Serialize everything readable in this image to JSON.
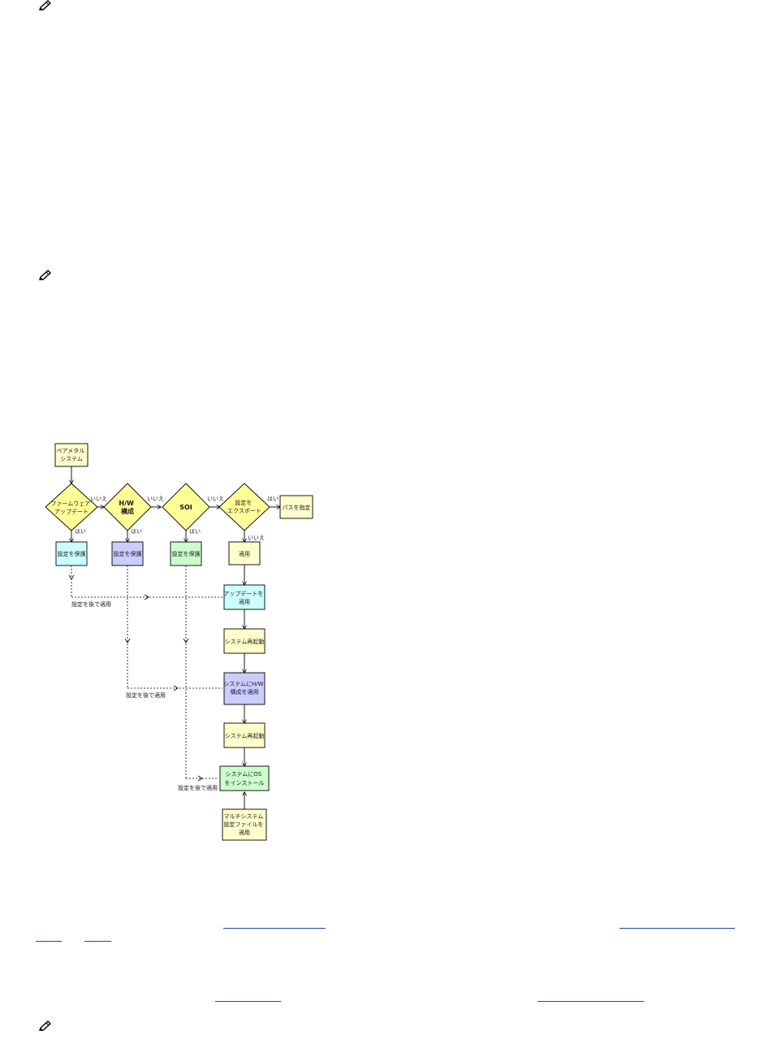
{
  "flowchart": {
    "start": [
      "ベアメタル",
      "システム"
    ],
    "decisions": {
      "firmware": [
        "ファームウェア",
        "アップデート"
      ],
      "hw": [
        "H/W",
        "構成"
      ],
      "soi": [
        "SOI"
      ],
      "export": [
        "設定を",
        "エクスポート"
      ]
    },
    "edge_labels": {
      "no1": "いいえ",
      "no2": "いいえ",
      "no3": "いいえ",
      "yes_export": "はい",
      "yes1": "はい",
      "yes2": "はい",
      "yes3": "はい",
      "no_export": "いいえ"
    },
    "path_box": [
      "パスを指定"
    ],
    "save_boxes": {
      "firmware": [
        "設定を保護"
      ],
      "hw": [
        "設定を保護"
      ],
      "soi": [
        "設定を保護"
      ]
    },
    "apply_box": [
      "適用"
    ],
    "steps": {
      "apply_update": [
        "アップデートを",
        "適用"
      ],
      "reboot1": [
        "システム再起動"
      ],
      "apply_hw": [
        "システムにH/W",
        "構成を適用"
      ],
      "reboot2": [
        "システム再起動"
      ],
      "install_os": [
        "システムにOS",
        "をインストール"
      ],
      "multi_config": [
        "マルチシステム",
        "設定ファイルを",
        "適用"
      ]
    },
    "later_labels": {
      "update": "設定を後で適用",
      "hw": "設定を後で適用",
      "os": "設定を後で適用"
    }
  },
  "colors": {
    "yellow": "#ffffcc",
    "decision": "#ffff99",
    "cyan": "#ccffff",
    "purple": "#ccccff",
    "green": "#ccffcc",
    "link": "#1f3fbf"
  }
}
